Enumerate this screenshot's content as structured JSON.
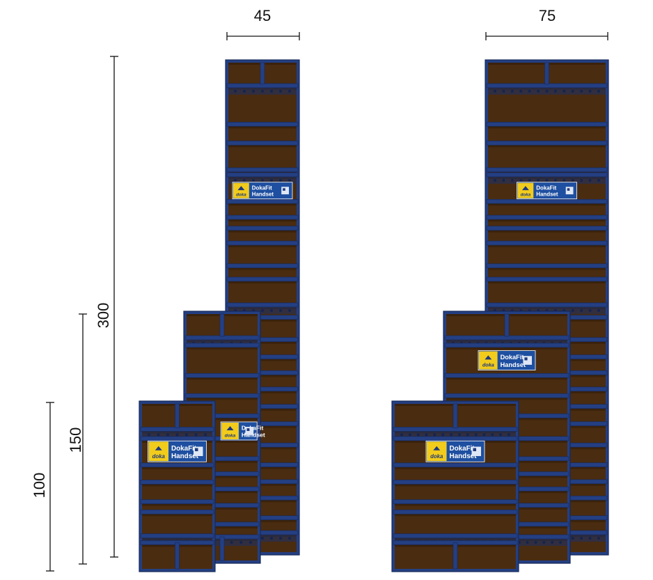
{
  "dimensions": {
    "width_a": "45",
    "width_b": "75",
    "height_300": "300",
    "height_150": "150",
    "height_100": "100"
  },
  "label": {
    "line1": "DokaFit",
    "line2": "Handset",
    "brand": "doka"
  },
  "colors": {
    "frame": "#243f82",
    "frame_dark": "#16295a",
    "plywood": "#4a2c10",
    "plywood_dark": "#3a220b",
    "label_blue": "#1e4fa0",
    "label_yellow": "#f2cc1c",
    "line": "#111111"
  }
}
